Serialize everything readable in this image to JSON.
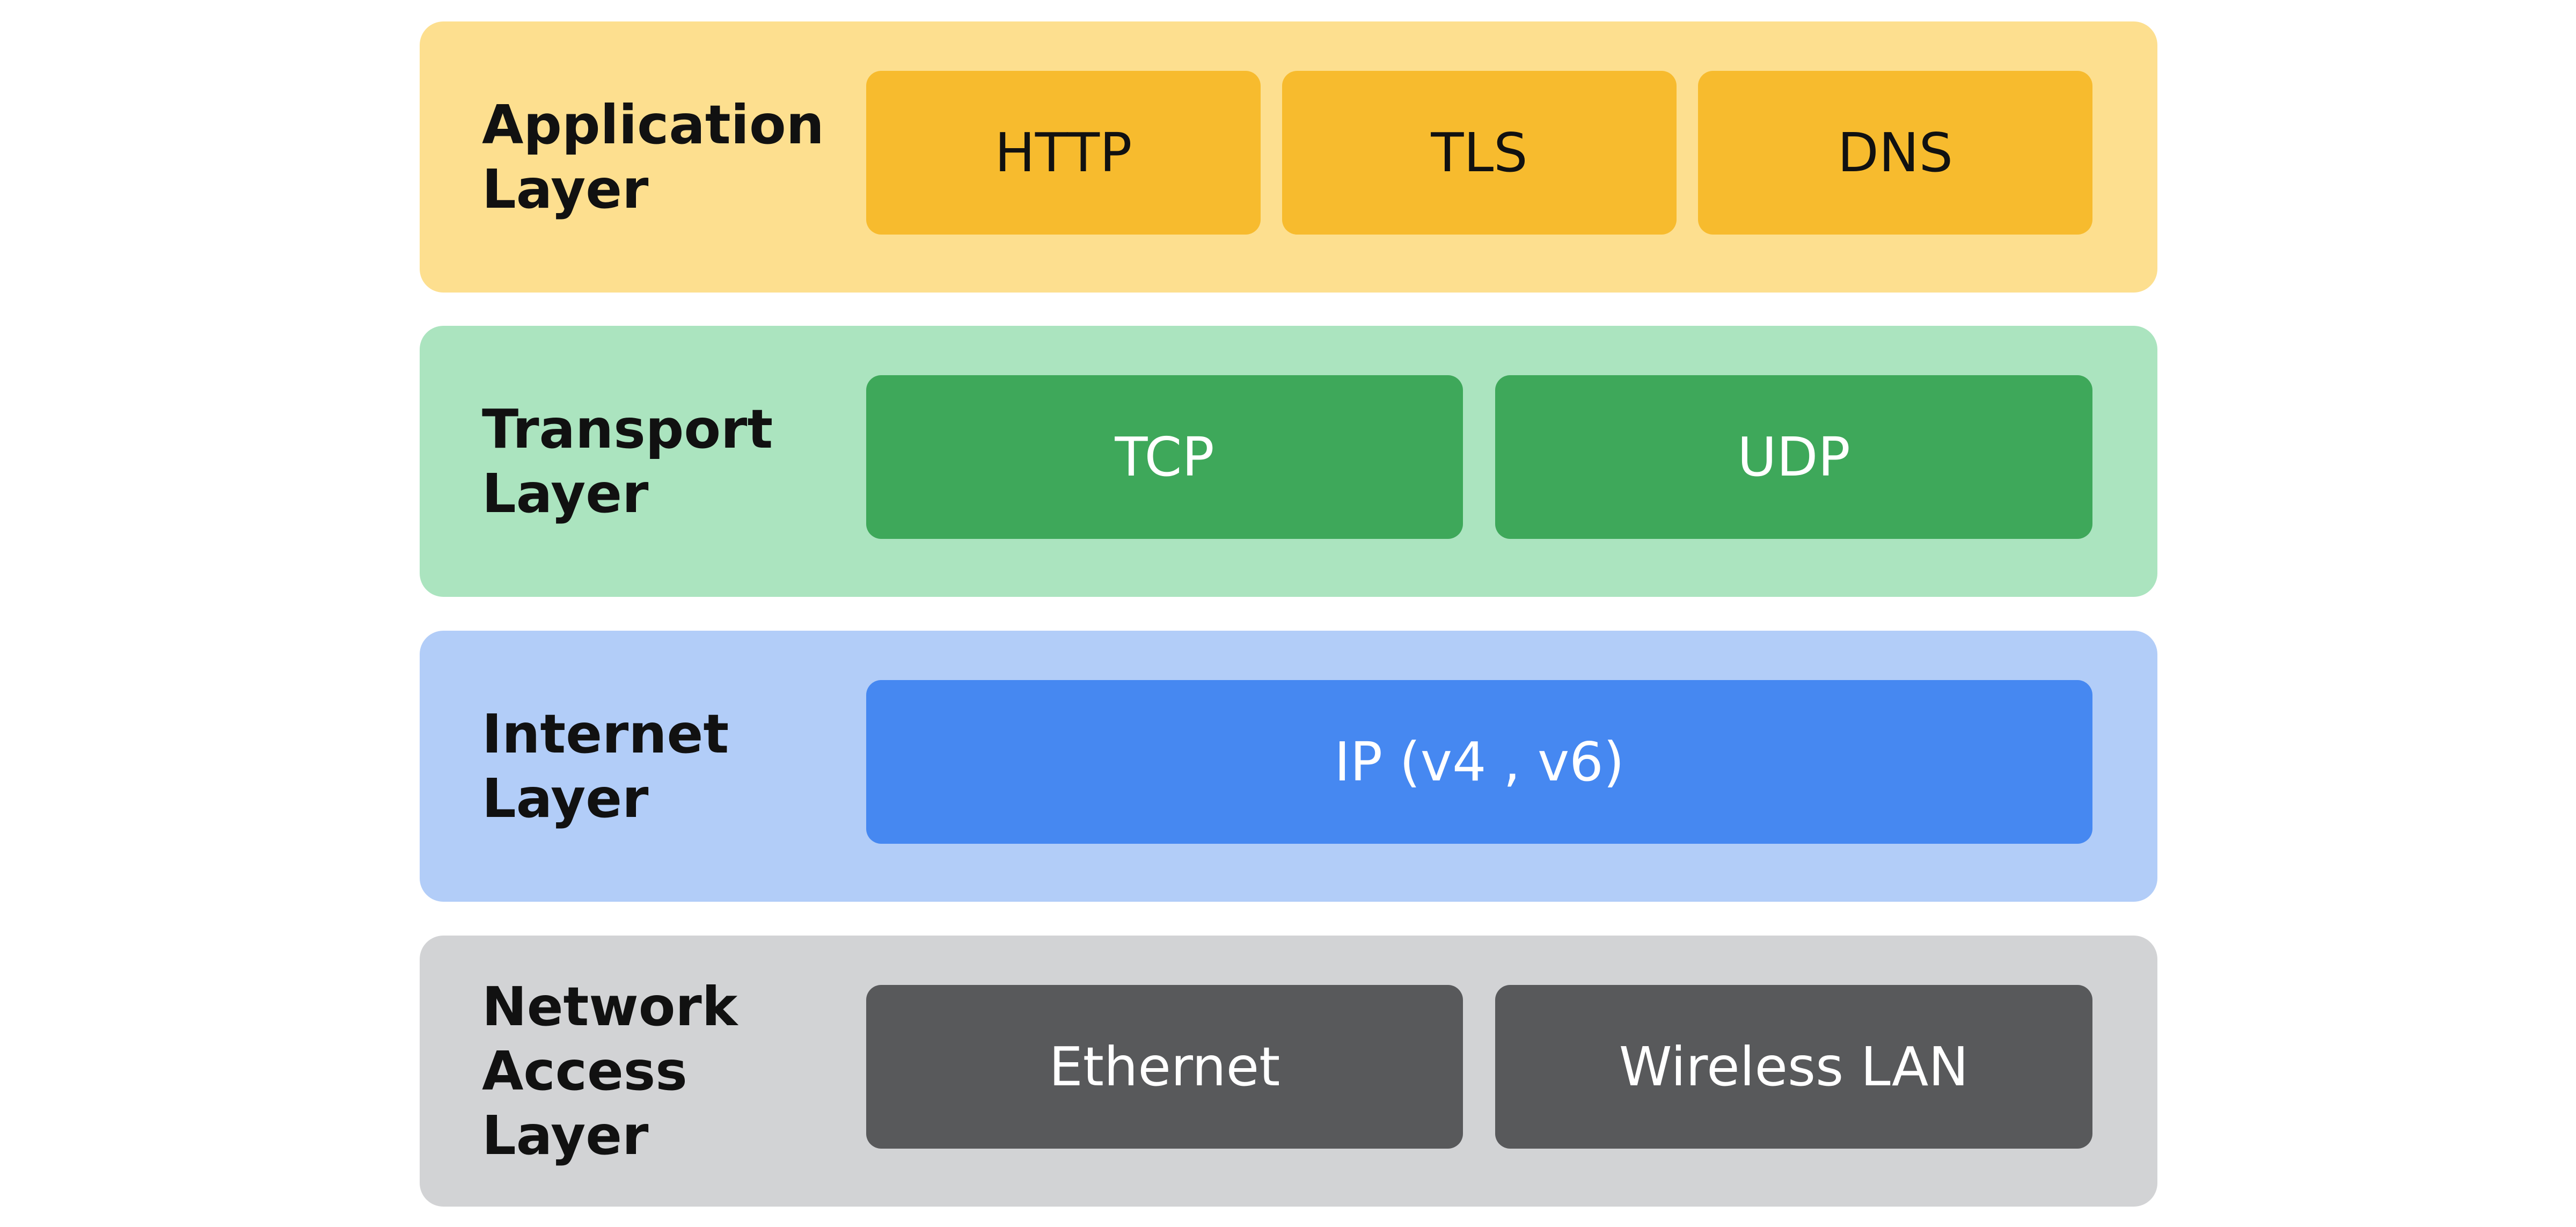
{
  "colors": {
    "application_bg": "#fddf8f",
    "application_box": "#f7bb2e",
    "transport_bg": "#abe4bf",
    "transport_box": "#3ea85a",
    "internet_bg": "#b2cdf8",
    "internet_box": "#4688f1",
    "network_bg": "#d2d3d5",
    "network_box": "#58595b"
  },
  "layers": [
    {
      "label_lines": [
        "Application",
        "Layer"
      ],
      "protocols": [
        "HTTP",
        "TLS",
        "DNS"
      ]
    },
    {
      "label_lines": [
        "Transport",
        "Layer"
      ],
      "protocols": [
        "TCP",
        "UDP"
      ]
    },
    {
      "label_lines": [
        "Internet",
        "Layer"
      ],
      "protocols": [
        "IP (v4 , v6)"
      ]
    },
    {
      "label_lines": [
        "Network",
        "Access",
        "Layer"
      ],
      "protocols": [
        "Ethernet",
        "Wireless LAN"
      ]
    }
  ]
}
